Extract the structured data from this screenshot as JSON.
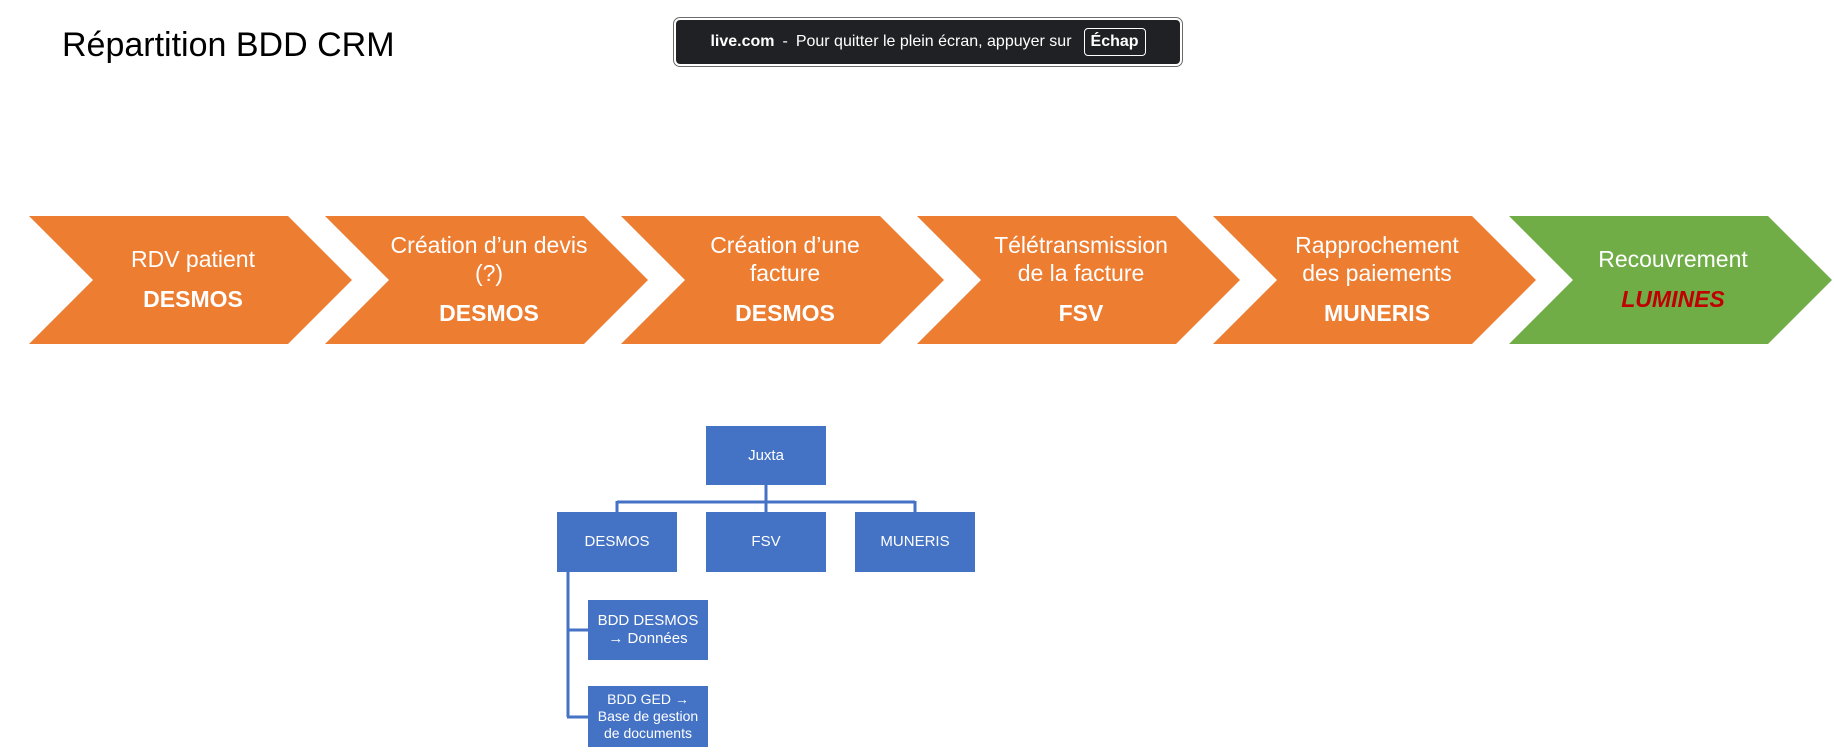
{
  "slide": {
    "title": "Répartition BDD CRM"
  },
  "fullscreen_banner": {
    "domain": "live.com",
    "separator": "-",
    "message": "Pour quitter le plein écran, appuyer sur",
    "key": "Échap",
    "background": "#202124"
  },
  "colors": {
    "orange": "#ed7d31",
    "green": "#70ad47",
    "blue": "#4472c4",
    "red": "#c00000"
  },
  "process": [
    {
      "step": "RDV patient",
      "system": "DESMOS"
    },
    {
      "step": "Création d’un devis (?)",
      "system": "DESMOS"
    },
    {
      "step": "Création d’une facture",
      "system": "DESMOS"
    },
    {
      "step": "Télétransmission de la facture",
      "system": "FSV"
    },
    {
      "step": "Rapprochement des paiements",
      "system": "MUNERIS"
    },
    {
      "step": "Recouvrement",
      "system": "LUMINES"
    }
  ],
  "org_chart": {
    "root": "Juxta",
    "children": [
      "DESMOS",
      "FSV",
      "MUNERIS"
    ],
    "desmos_children": [
      "BDD DESMOS → Données",
      "BDD GED → Base de gestion de documents"
    ]
  }
}
